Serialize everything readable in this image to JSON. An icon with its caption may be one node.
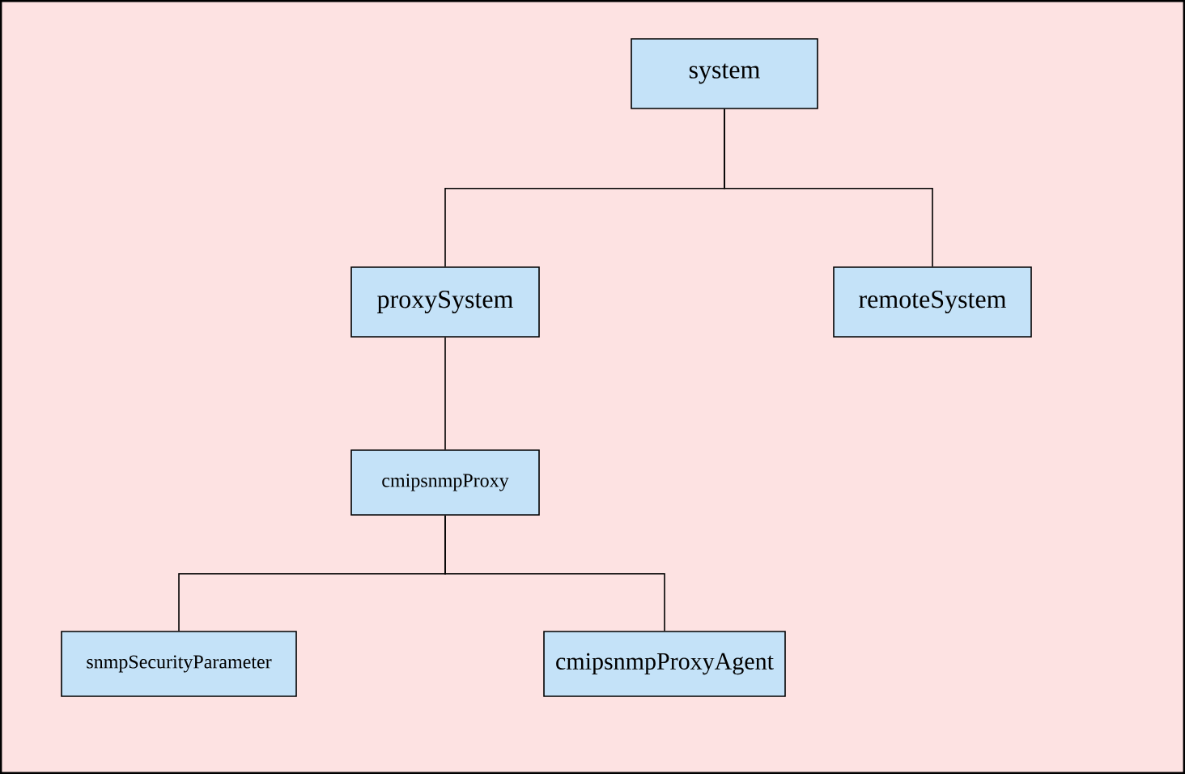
{
  "diagram": {
    "nodes": [
      {
        "text": [
          "system"
        ]
      },
      {
        "text": [
          "proxySystem"
        ]
      },
      {
        "text": [
          "remoteSystem"
        ]
      },
      {
        "text": [
          "cmipsnmpProxy"
        ]
      },
      {
        "text": [
          "snmpSecurityParameter"
        ]
      },
      {
        "text": [
          "cmipsnmpProxyAgent"
        ]
      }
    ],
    "edges": [
      {
        "from": 0,
        "to": 1,
        "arrow": "none"
      },
      {
        "from": 0,
        "to": 2,
        "arrow": "none"
      },
      {
        "from": 1,
        "to": 3,
        "arrow": "none"
      },
      {
        "from": 3,
        "to": 4,
        "arrow": "none"
      },
      {
        "from": 3,
        "to": 5,
        "arrow": "none"
      }
    ]
  }
}
